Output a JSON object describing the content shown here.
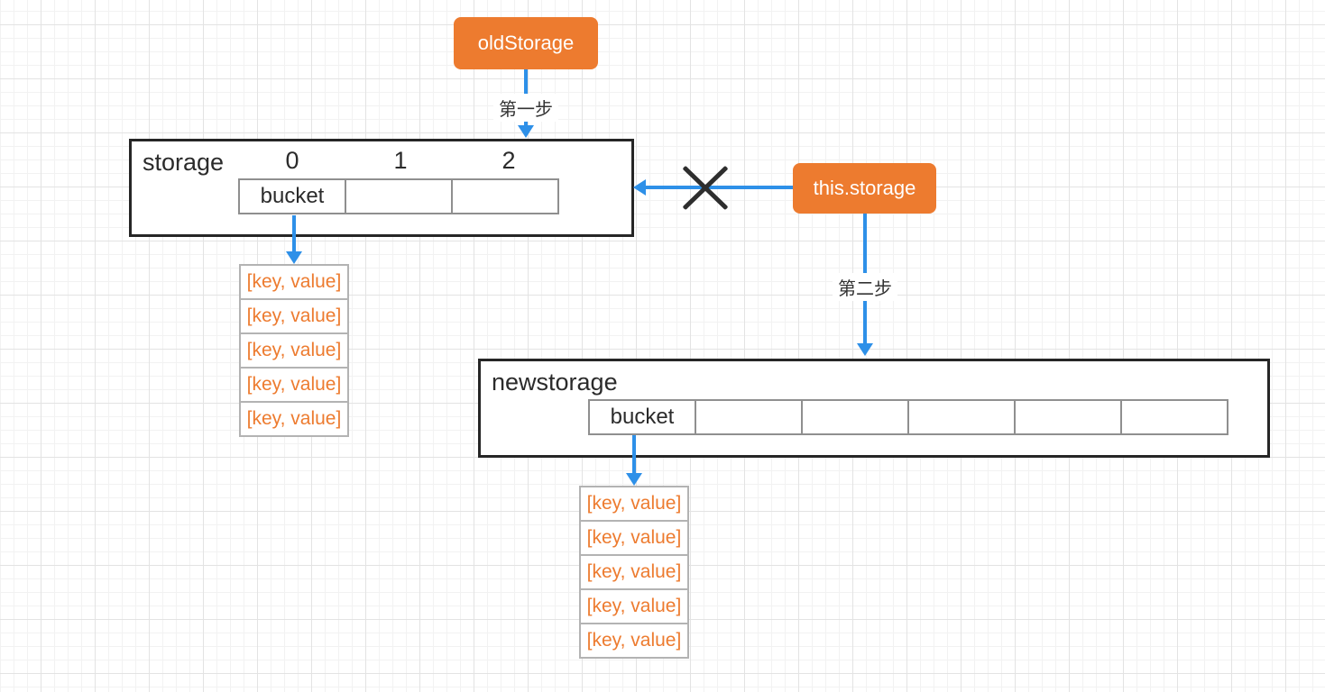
{
  "nodes": {
    "old_storage": "oldStorage",
    "this_storage": "this.storage"
  },
  "labels": {
    "step1": "第一步",
    "step2": "第二步"
  },
  "storage": {
    "title": "storage",
    "indices": [
      "0",
      "1",
      "2"
    ],
    "cells": [
      "bucket",
      "",
      ""
    ]
  },
  "newstorage": {
    "title": "newstorage",
    "cells": [
      "bucket",
      "",
      "",
      "",
      "",
      ""
    ]
  },
  "left_bucket_entries": [
    "[key, value]",
    "[key, value]",
    "[key, value]",
    "[key, value]",
    "[key, value]"
  ],
  "right_bucket_entries": [
    "[key, value]",
    "[key, value]",
    "[key, value]",
    "[key, value]",
    "[key, value]"
  ],
  "colors": {
    "node_fill": "#ED7B2F",
    "connector_blue": "#2E90E8",
    "entry_text_orange": "#ED7B2F",
    "outer_box_border": "#262626",
    "inner_cell_border": "#8f8f8f",
    "kv_cell_border": "#b3b3b3",
    "cross_black": "#2e2e2e",
    "grid_minor": "#f2f2f2",
    "grid_major": "#e3e3e3"
  }
}
